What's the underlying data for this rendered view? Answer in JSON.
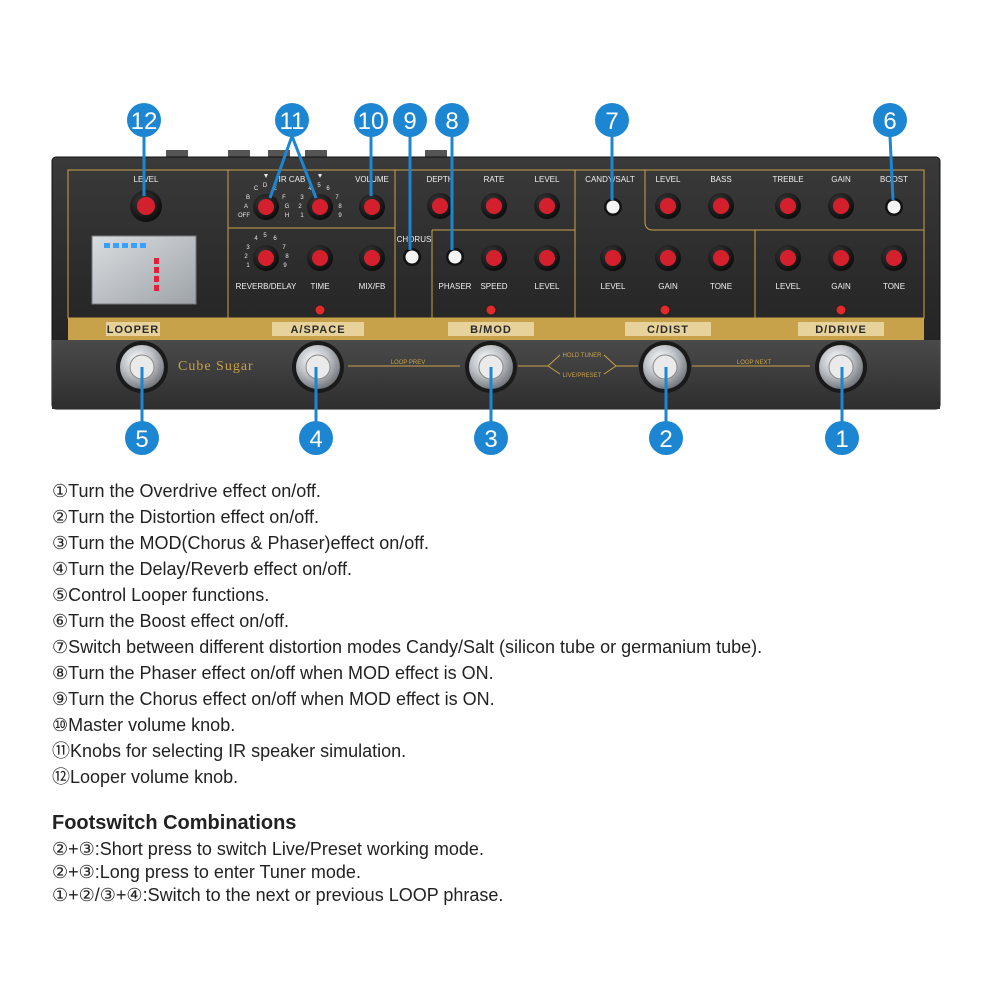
{
  "device": {
    "brand": "Cube Sugar",
    "knob_labels": {
      "level_looper": "LEVEL",
      "ir_cab": "IR CAB",
      "volume": "VOLUME",
      "depth": "DEPTH",
      "rate": "RATE",
      "level_mod1": "LEVEL",
      "candy_salt": "CANDY/SALT",
      "level_dist_top": "LEVEL",
      "bass": "BASS",
      "treble": "TREBLE",
      "gain_top": "GAIN",
      "boost": "BOOST",
      "chorus": "CHORUS",
      "phaser": "PHASER",
      "speed": "SPEED",
      "level_mod2": "LEVEL",
      "level_dist": "LEVEL",
      "gain_dist": "GAIN",
      "tone_dist": "TONE",
      "level_drive": "LEVEL",
      "gain_drive": "GAIN",
      "tone_drive": "TONE",
      "reverb_delay": "REVERB/DELAY",
      "time": "TIME",
      "mix_fb": "MIX/FB",
      "ir_left_scale": [
        "C",
        "D",
        "E",
        "B",
        "F",
        "A",
        "G",
        "OFF",
        "H"
      ],
      "ir_right_scale": [
        "4",
        "5",
        "6",
        "3",
        "7",
        "2",
        "8",
        "1",
        "9"
      ],
      "rd_scale": [
        "4",
        "5",
        "6",
        "3",
        "7",
        "2",
        "8",
        "1",
        "9"
      ]
    },
    "sections": [
      "LOOPER",
      "A/SPACE",
      "B/MOD",
      "C/DIST",
      "D/DRIVE"
    ],
    "routing": {
      "loop_prev": "LOOP PREV",
      "hold_tuner": "HOLD TUNER",
      "live_preset": "LIVE/PRESET",
      "loop_next": "LOOP NEXT"
    },
    "callouts_top": [
      "12",
      "11",
      "10",
      "9",
      "8",
      "7",
      "6"
    ],
    "callouts_bottom": [
      "5",
      "4",
      "3",
      "2",
      "1"
    ]
  },
  "descriptions": [
    "①Turn the Overdrive effect on/off.",
    "②Turn the Distortion effect on/off.",
    "③Turn the MOD(Chorus & Phaser)effect on/off.",
    "④Turn the Delay/Reverb effect on/off.",
    "⑤Control Looper functions.",
    "⑥Turn the Boost effect on/off.",
    "⑦Switch between different distortion modes Candy/Salt (silicon tube or germanium tube).",
    "⑧Turn the Phaser effect on/off when MOD effect is ON.",
    "⑨Turn the Chorus effect on/off when MOD effect is ON.",
    "⑩Master volume knob.",
    "⑪Knobs for selecting IR speaker simulation.",
    "⑫Looper volume knob."
  ],
  "footswitch": {
    "title": "Footswitch Combinations",
    "lines": [
      "②+③:Short press to switch Live/Preset working mode.",
      "②+③:Long press to enter Tuner mode.",
      "①+②/③+④:Switch to the next or previous LOOP phrase."
    ]
  },
  "colors": {
    "callout": "#1c86d2",
    "knob_cap": "#d4202c",
    "gold": "#c8a24a",
    "panel": "#2b2b2b"
  }
}
